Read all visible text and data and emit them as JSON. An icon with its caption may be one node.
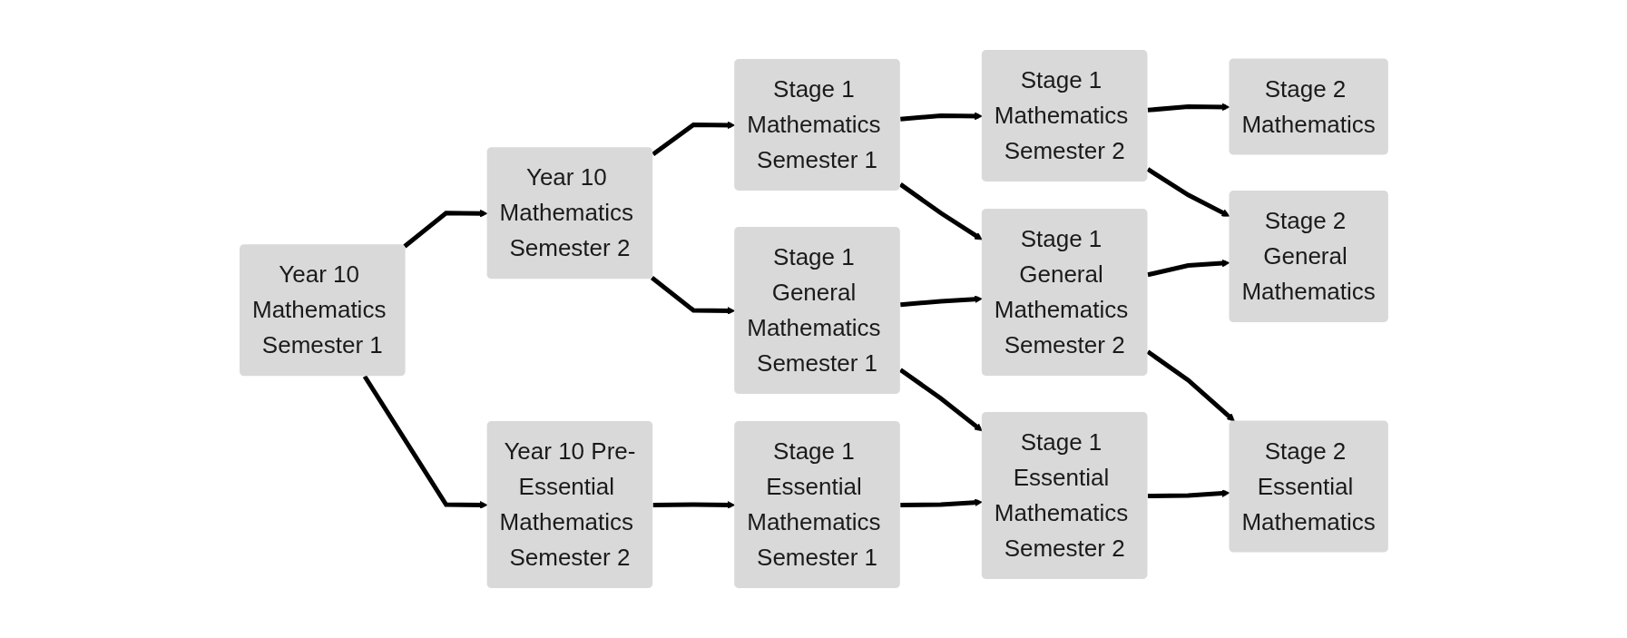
{
  "diagram": {
    "nodes": [
      {
        "text": [
          "Year 10 Mathematics Semester 1"
        ]
      },
      {
        "text": [
          "Year 10 Mathematics Semester 2"
        ]
      },
      {
        "text": [
          "Year 10 Pre-Essential Mathematics Semester 2"
        ]
      },
      {
        "text": [
          "Stage 1 Mathematics Semester 1"
        ]
      },
      {
        "text": [
          "Stage 1 General Mathematics Semester 1"
        ]
      },
      {
        "text": [
          "Stage 1 Essential Mathematics Semester 1"
        ]
      },
      {
        "text": [
          "Stage 1 Mathematics Semester 2"
        ]
      },
      {
        "text": [
          "Stage 1 General Mathematics Semester 2"
        ]
      },
      {
        "text": [
          "Stage 1 Essential Mathematics Semester 2"
        ]
      },
      {
        "text": [
          "Stage 2 Mathematics"
        ]
      },
      {
        "text": [
          "Stage 2 General Mathematics"
        ]
      },
      {
        "text": [
          "Stage 2 Essential Mathematics"
        ]
      }
    ],
    "edges": [
      {
        "from": 0,
        "to": 1,
        "arrow": "to"
      },
      {
        "from": 0,
        "to": 2,
        "arrow": "to"
      },
      {
        "from": 1,
        "to": 3,
        "arrow": "to"
      },
      {
        "from": 1,
        "to": 4,
        "arrow": "to"
      },
      {
        "from": 2,
        "to": 5,
        "arrow": "to"
      },
      {
        "from": 3,
        "to": 6,
        "arrow": "to"
      },
      {
        "from": 3,
        "to": 7,
        "arrow": "to"
      },
      {
        "from": 4,
        "to": 7,
        "arrow": "to"
      },
      {
        "from": 4,
        "to": 8,
        "arrow": "to"
      },
      {
        "from": 5,
        "to": 8,
        "arrow": "to"
      },
      {
        "from": 6,
        "to": 9,
        "arrow": "to"
      },
      {
        "from": 6,
        "to": 10,
        "arrow": "to"
      },
      {
        "from": 7,
        "to": 10,
        "arrow": "to"
      },
      {
        "from": 7,
        "to": 11,
        "arrow": "to"
      },
      {
        "from": 8,
        "to": 11,
        "arrow": "to"
      }
    ]
  }
}
